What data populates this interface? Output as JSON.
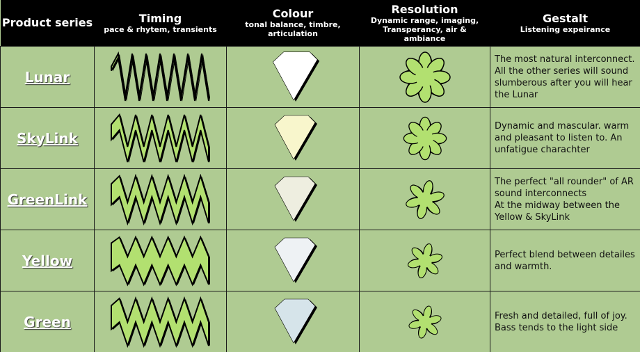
{
  "headers": [
    {
      "title": "Product series",
      "sub": ""
    },
    {
      "title": "Timing",
      "sub": "pace & rhytem, transients"
    },
    {
      "title": "Colour",
      "sub": "tonal balance, timbre, articulation"
    },
    {
      "title": "Resolution",
      "sub": "Dynamic range, imaging, Transperancy, air & ambiance"
    },
    {
      "title": "Gestalt",
      "sub": "Listening expeirance"
    }
  ],
  "rows": [
    {
      "name": "Lunar",
      "desc": "The most natural interconnect. All the other series will sound slumberous after you will hear the Lunar",
      "timing": {
        "teeth": 7,
        "thickness": 6
      },
      "colour": "#ffffff",
      "petals": 8,
      "flower_scale": 1.0
    },
    {
      "name": "SkyLink",
      "desc": "Dynamic and mascular. warm and pleasant to listen to. An unfatigue charachter",
      "timing": {
        "teeth": 6,
        "thickness": 22
      },
      "colour": "#f8f6cc",
      "petals": 8,
      "flower_scale": 0.85
    },
    {
      "name": "GreenLink",
      "desc": "The perfect \"all rounder\" of AR sound interconnects\nAt the midway between the Yellow & SkyLink",
      "timing": {
        "teeth": 6,
        "thickness": 30
      },
      "colour": "#eeeee0",
      "petals": 6,
      "flower_scale": 0.78
    },
    {
      "name": "Yellow",
      "desc": "Perfect blend between detailes and warmth.",
      "timing": {
        "teeth": 6,
        "thickness": 40
      },
      "colour": "#eef2f4",
      "petals": 6,
      "flower_scale": 0.7
    },
    {
      "name": "Green",
      "desc": "Fresh and detailed, full of joy.  Bass tends to the light side",
      "timing": {
        "teeth": 6,
        "thickness": 34
      },
      "colour": "#d6e4ea",
      "petals": 6,
      "flower_scale": 0.66
    }
  ],
  "colors": {
    "bg": "#afcb92",
    "fill": "#b2e070"
  }
}
